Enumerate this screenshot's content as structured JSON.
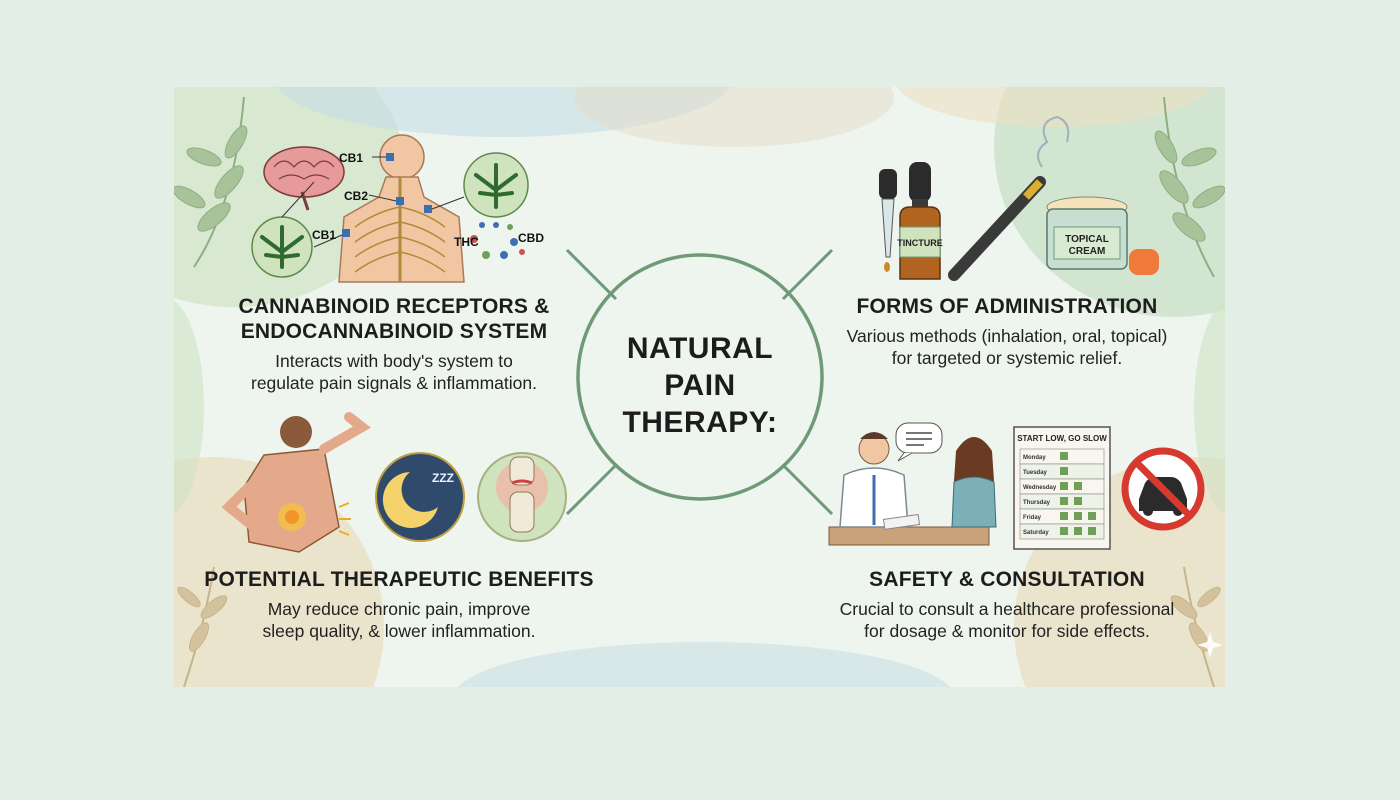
{
  "center": {
    "line1": "NATURAL",
    "line2": "PAIN",
    "line3": "THERAPY:"
  },
  "sections": {
    "receptors": {
      "title_line1": "CANNABINOID RECEPTORS &",
      "title_line2": "ENDOCANNABINOID SYSTEM",
      "desc_line1": "Interacts with body's system to",
      "desc_line2": "regulate pain signals & inflammation.",
      "labels": {
        "cb1_top": "CB1",
        "cb2": "CB2",
        "cb1_low": "CB1",
        "thc": "THC",
        "cbd": "CBD"
      }
    },
    "administration": {
      "title": "FORMS OF ADMINISTRATION",
      "desc_line1": "Various methods (inhalation, oral, topical)",
      "desc_line2": "for targeted or systemic relief.",
      "labels": {
        "tincture": "TINCTURE",
        "topical_line1": "TOPICAL",
        "topical_line2": "CREAM"
      }
    },
    "benefits": {
      "title": "POTENTIAL THERAPEUTIC BENEFITS",
      "desc_line1": "May reduce chronic pain, improve",
      "desc_line2": "sleep quality, & lower inflammation.",
      "labels": {
        "zzz": "ZZZ"
      }
    },
    "safety": {
      "title": "SAFETY & CONSULTATION",
      "desc_line1": "Crucial to consult a healthcare professional",
      "desc_line2": "for dosage & monitor for side effects.",
      "chart_heading": "START LOW, GO SLOW",
      "days": [
        "Monday",
        "Tuesday",
        "Wednesday",
        "Thursday",
        "Friday",
        "Saturday"
      ]
    }
  },
  "colors": {
    "background": "#e2eee6",
    "canvas": "#eef5ee",
    "circle_stroke": "#6f9a78",
    "leaf_green": "#5a8a4a",
    "no_sign_red": "#d63a2f"
  },
  "icons": [
    "brain-icon",
    "human-nervous-system-icon",
    "cannabis-leaf-icon",
    "dropper-icon",
    "tincture-bottle-icon",
    "vape-pen-icon",
    "topical-cream-jar-icon",
    "gummy-icon",
    "back-pain-icon",
    "moon-sleep-icon",
    "knee-joint-icon",
    "doctor-patient-icon",
    "dosage-schedule-icon",
    "no-driving-icon"
  ]
}
